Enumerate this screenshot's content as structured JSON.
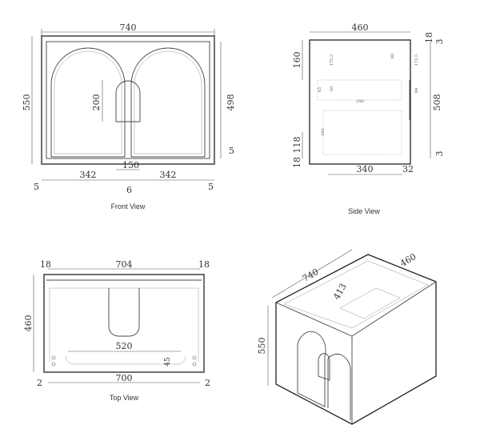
{
  "front_view": {
    "caption": "Front View",
    "dims": {
      "width": "740",
      "height": "550",
      "inner_height": "498",
      "niche_height": "200",
      "niche_width": "150",
      "left_door": "342",
      "right_door": "342",
      "left_gap": "5",
      "center_gap": "6",
      "right_gap": "5",
      "bottom_gap": "5"
    }
  },
  "side_view": {
    "caption": "Side View",
    "dims": {
      "depth": "460",
      "top_clear": "160",
      "top_panel": "18",
      "top_gap": "3",
      "body_height": "508",
      "bottom_gap": "3",
      "plinth": "118",
      "bottom_panel": "18",
      "inner_depth": "340",
      "back": "32",
      "d1755": "175.5",
      "d80": "80",
      "d1735": "173.5",
      "d50": "50",
      "d65": "65",
      "d99": "99",
      "d240": "240",
      "d193": "193"
    }
  },
  "top_view": {
    "caption": "Top View",
    "dims": {
      "left_panel": "18",
      "inner_width": "704",
      "right_panel": "18",
      "depth": "460",
      "cutout": "520",
      "cutout_depth": "45",
      "front_width": "700",
      "left_gap": "2",
      "right_gap": "2"
    }
  },
  "iso_view": {
    "dims": {
      "width": "740",
      "depth": "460",
      "height": "550",
      "inner": "413"
    }
  }
}
